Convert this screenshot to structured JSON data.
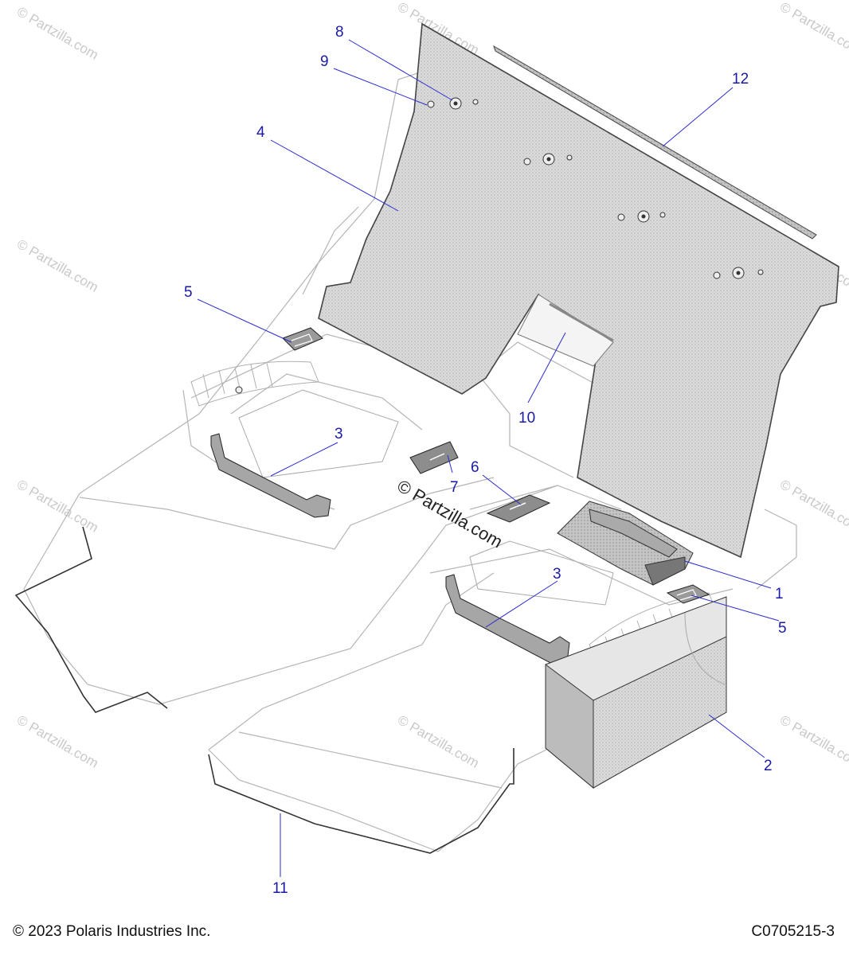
{
  "footer": {
    "copyright": "© 2023 Polaris Industries Inc.",
    "drawing_code": "C0705215-3"
  },
  "watermark": {
    "text": "© Partzilla.com"
  },
  "callouts": [
    {
      "id": "callout-8",
      "label": "8"
    },
    {
      "id": "callout-9",
      "label": "9"
    },
    {
      "id": "callout-12",
      "label": "12"
    },
    {
      "id": "callout-4",
      "label": "4"
    },
    {
      "id": "callout-5-left",
      "label": "5"
    },
    {
      "id": "callout-10",
      "label": "10"
    },
    {
      "id": "callout-3-left",
      "label": "3"
    },
    {
      "id": "callout-6",
      "label": "6"
    },
    {
      "id": "callout-7",
      "label": "7"
    },
    {
      "id": "callout-3-right",
      "label": "3"
    },
    {
      "id": "callout-1",
      "label": "1"
    },
    {
      "id": "callout-5-right",
      "label": "5"
    },
    {
      "id": "callout-2",
      "label": "2"
    },
    {
      "id": "callout-11",
      "label": "11"
    }
  ]
}
